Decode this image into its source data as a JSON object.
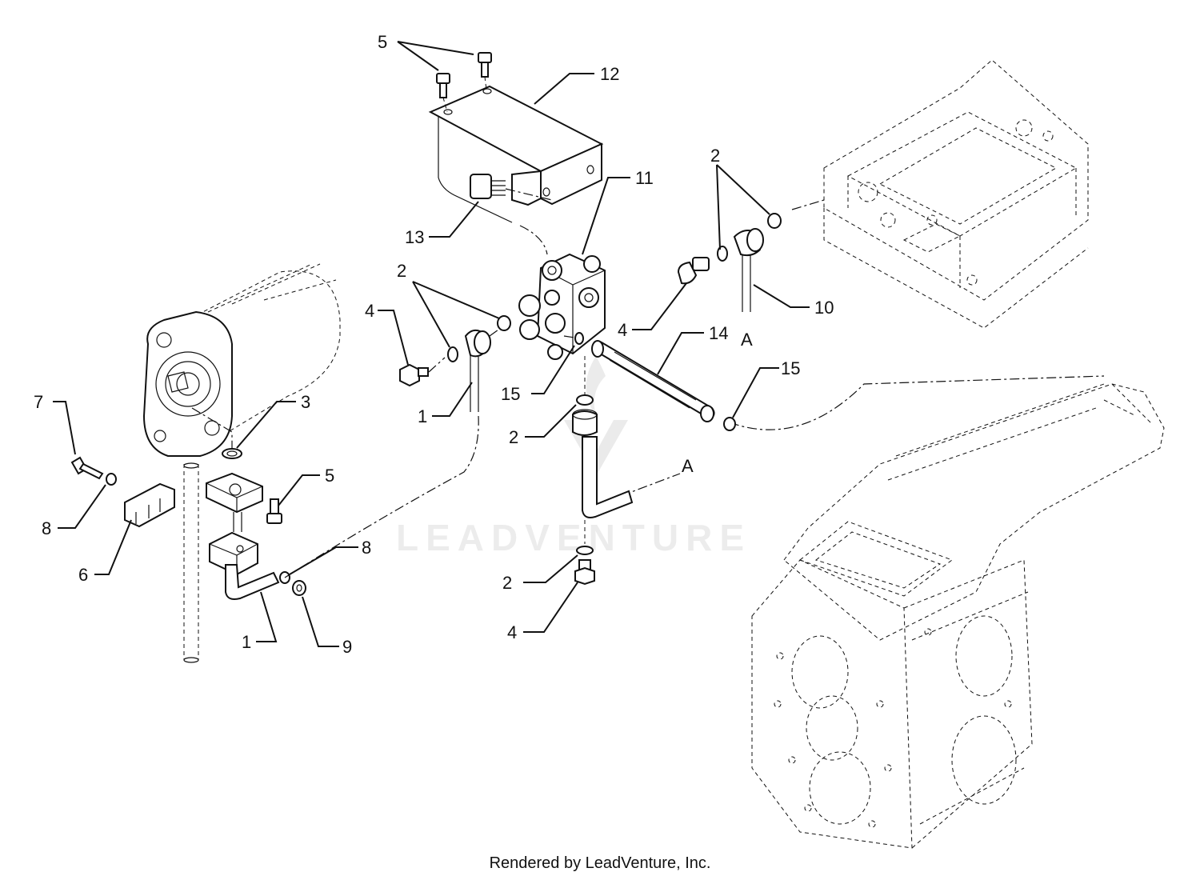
{
  "watermark": "LEADVENTURE",
  "footer": "Rendered by LeadVenture, Inc.",
  "callouts": {
    "c5_top": "5",
    "c12": "12",
    "c13": "13",
    "c11": "11",
    "c2_right": "2",
    "c2_mid": "2",
    "c4_mid": "4",
    "c1_mid": "1",
    "c15_mid": "15",
    "c4_right": "4",
    "c10": "10",
    "cA_right": "A",
    "c14": "14",
    "c15_right": "15",
    "c2_lower": "2",
    "cA_lower": "A",
    "c7": "7",
    "c3": "3",
    "c5_left": "5",
    "c8_left": "8",
    "c6": "6",
    "c8_lower": "8",
    "c1_lower": "1",
    "c9": "9",
    "c2_bottom": "2",
    "c4_bottom": "4"
  }
}
